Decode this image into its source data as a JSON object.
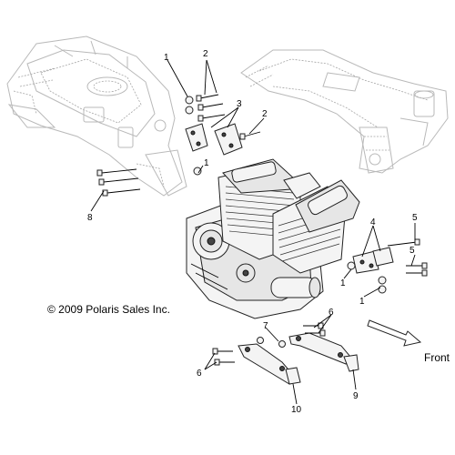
{
  "copyright": "© 2009 Polaris Sales Inc.",
  "front_label": "Front",
  "callouts": {
    "c1a": "1",
    "c1b": "1",
    "c1c": "1",
    "c1d": "1",
    "c2a": "2",
    "c2b": "2",
    "c3": "3",
    "c4": "4",
    "c5a": "5",
    "c5b": "5",
    "c6a": "6",
    "c6b": "6",
    "c7": "7",
    "c8": "8",
    "c9": "9",
    "c10": "10"
  }
}
